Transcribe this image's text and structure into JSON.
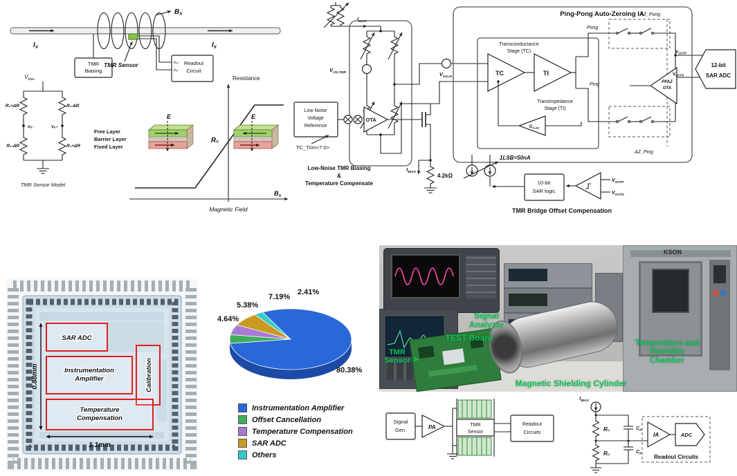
{
  "panelA": {
    "bx": {
      "m": "B",
      "s": "X"
    },
    "ix_l": {
      "m": "I",
      "s": "X"
    },
    "ix_r": {
      "m": "I",
      "s": "X"
    },
    "tmr_biasing": [
      "TMR",
      "Biasing"
    ],
    "tmr_sensor": "TMR Sensor",
    "readout": [
      "Readout",
      "Circuit"
    ],
    "ro_vop": "vₒ₊",
    "ro_von": "vₒ₋",
    "vbias": {
      "m": "V",
      "s": "bias"
    },
    "bridge": {
      "tl": "R₀+ΔR",
      "tr": "R₀-ΔR",
      "bl": "R₀-ΔR",
      "br": "R₀+ΔR",
      "von": "vₒ₋",
      "vop": "vₒ₊",
      "caption": "TMR Sensor Model"
    },
    "layers": {
      "free": "Free Layer",
      "barrier": "Barrier Layer",
      "fixed": "Fixed Layer",
      "e1": "E",
      "e2": "E"
    },
    "graph": {
      "y": "Resistance",
      "r0": "R₀",
      "x": {
        "m": "B",
        "s": "X"
      },
      "cap": "Magnetic Field"
    }
  },
  "panelB": {
    "title": "Ping-Pong Auto-Zeroing IA",
    "ibias_top": {
      "m": "I",
      "s": "BIAS"
    },
    "vos_tmr": {
      "m": "V",
      "s": "OS,TMR"
    },
    "vos_ia": {
      "m": "V",
      "s": "OS,IA"
    },
    "lnvr": [
      "Low Noise",
      "Voltage",
      "Reference"
    ],
    "ota": "OTA",
    "tctrim": "TC_Trim<7:0>",
    "bias_cap": [
      "Low-Noise TMR Biasing",
      "&",
      "Temperature Compensate"
    ],
    "ibias_bot": {
      "m": "I",
      "s": "BIAS"
    },
    "res": "4.2kΩ",
    "tc_stage": [
      "Transconductance",
      "Stage (TC)"
    ],
    "tc": "TC",
    "ti": "TI",
    "ti_stage": [
      "Transimpedance",
      "Stage (TI)"
    ],
    "pong": "Pong",
    "ping": "Ping",
    "az_pong": "AZ_Pong",
    "az_ping": "AZ_Ping",
    "gmaz": {
      "m": "G",
      "s": "m,AZ"
    },
    "ppaz": [
      "PPAZ",
      "OTA"
    ],
    "voutp": {
      "m": "V",
      "s": "OUTP"
    },
    "voutn": {
      "m": "V",
      "s": "OUTN"
    },
    "adc": [
      "12-bit",
      "SAR ADC"
    ],
    "lsb": "1LSB=50nA",
    "sar_logic": [
      "10-bit",
      "SAR logic"
    ],
    "voutp2": {
      "m": "V",
      "s": "OUTP"
    },
    "voutn2": {
      "m": "V",
      "s": "OUTN"
    },
    "offset_cap": "TMR Bridge Offset Compensation"
  },
  "panelC": {
    "sar_adc": "SAR ADC",
    "ia": [
      "Instrumentation",
      "Amplifier"
    ],
    "calibration": "Calibration",
    "temp": [
      "Temperature",
      "Compensation"
    ],
    "height": "0.88mm",
    "width": "1.1mm"
  },
  "chart_data": {
    "type": "pie",
    "title": "",
    "labels": [
      "Instrumentation Amplifier",
      "Offset Cancellation",
      "Temperature Compensation",
      "SAR ADC",
      "Others"
    ],
    "values": [
      80.38,
      4.64,
      5.38,
      7.19,
      2.41
    ],
    "value_labels": [
      "80.38%",
      "4.64%",
      "5.38%",
      "7.19%",
      "2.41%"
    ],
    "colors": [
      "#2968d8",
      "#3fae5c",
      "#a77bd4",
      "#c99a21",
      "#36c9c9"
    ],
    "depth_color": "#1c4ba6",
    "legend_position": "bottom",
    "style": "3d-pie"
  },
  "panelE": {
    "signal_analyzer": [
      "Signal",
      "Analyzer"
    ],
    "test_board": "TEST Board",
    "tmr_sensor": [
      "TMR",
      "Sensor"
    ],
    "cylinder": "Magnetic Shielding Cylinder",
    "chamber": [
      "Temperature and",
      "Humidity",
      "Chamber"
    ],
    "kson": "KSON",
    "label_color": "#0cc455"
  },
  "panelF": {
    "signal_gen": [
      "Signal",
      "Gen."
    ],
    "pa": "PA",
    "tmr_sensor": [
      "TMR",
      "Sensor"
    ],
    "readout1": [
      "Readout",
      "Circuits"
    ],
    "ibias": {
      "m": "I",
      "s": "BIAS"
    },
    "r0a": "R₀",
    "r0b": "R₀",
    "cpa": {
      "m": "C",
      "s": "P"
    },
    "cpb": {
      "m": "C",
      "s": "P"
    },
    "ia": "IA",
    "adc": "ADC",
    "readout2": "Readout Circuits"
  }
}
